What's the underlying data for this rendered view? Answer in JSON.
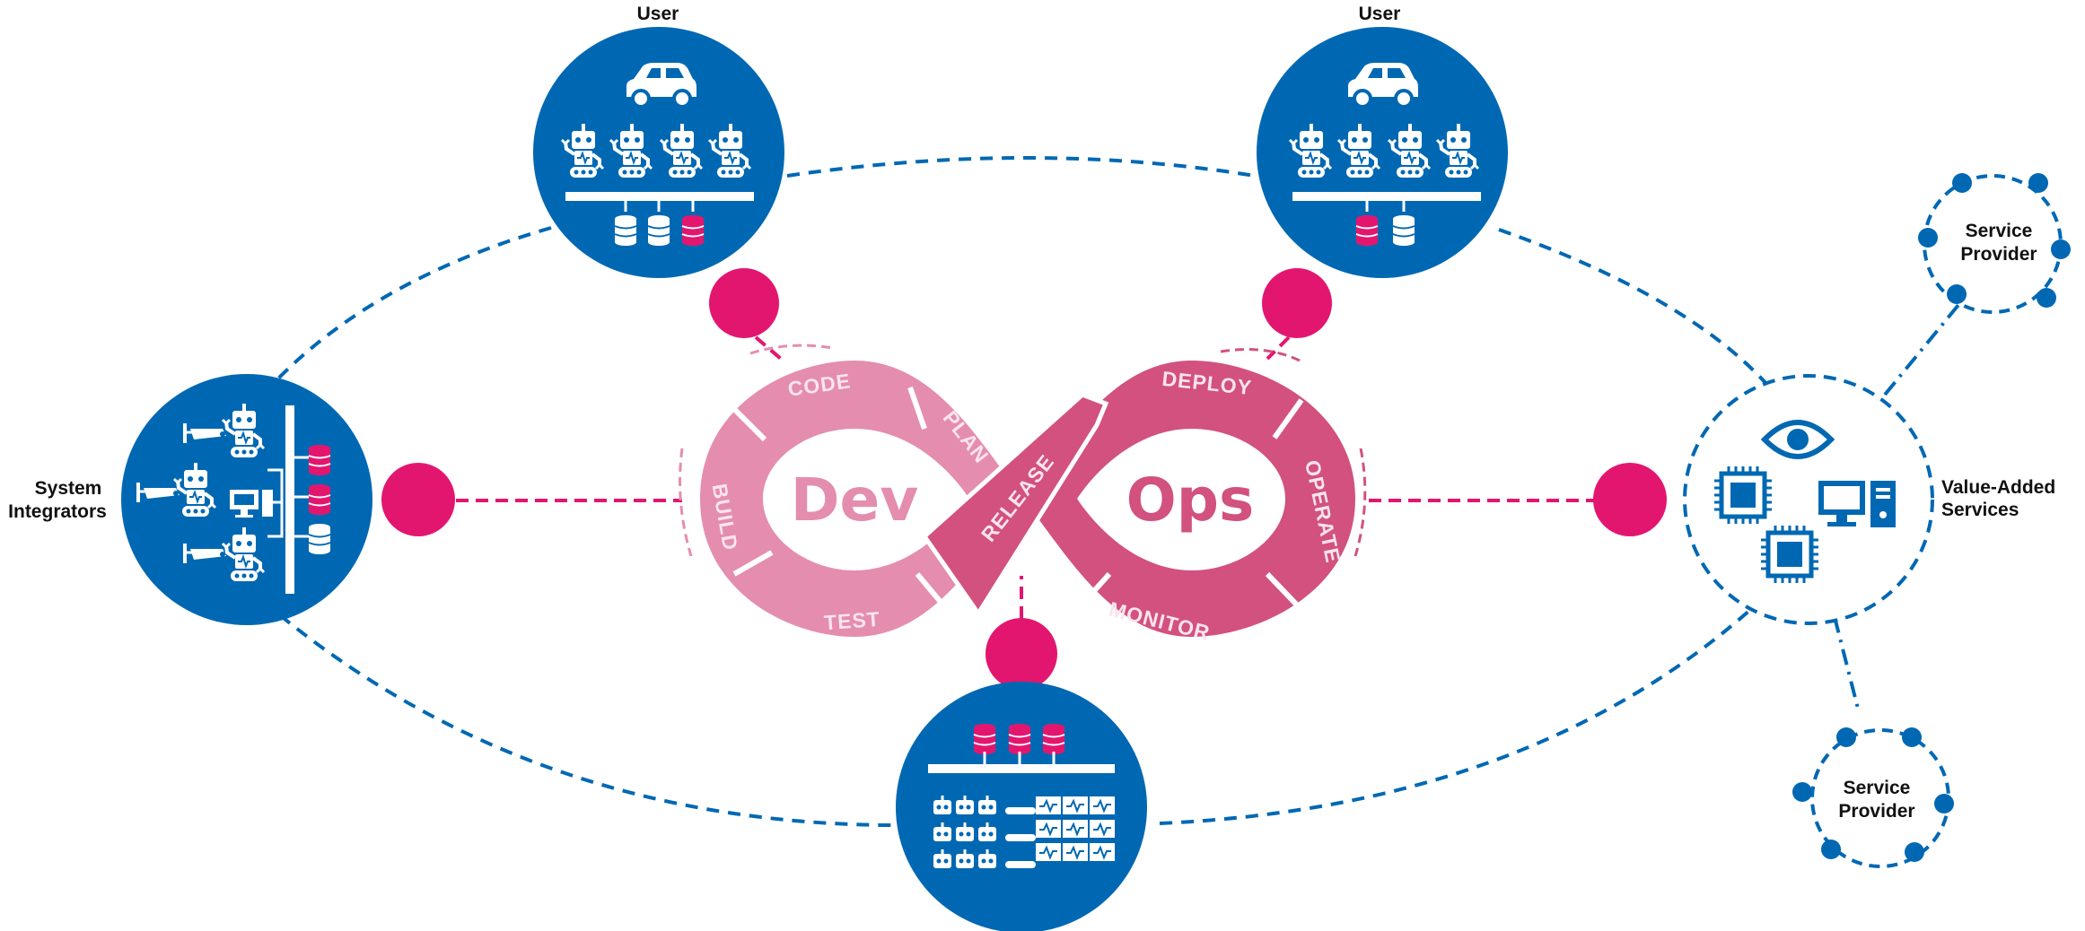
{
  "labels": {
    "user_left": "User",
    "user_right": "User",
    "system_integrators_line1": "System",
    "system_integrators_line2": "Integrators",
    "value_added_line1": "Value-Added",
    "value_added_line2": "Services",
    "service_provider_top_line1": "Service",
    "service_provider_top_line2": "Provider",
    "service_provider_bottom_line1": "Service",
    "service_provider_bottom_line2": "Provider"
  },
  "devops": {
    "dev": "Dev",
    "ops": "Ops",
    "stages": {
      "code": "CODE",
      "plan": "PLAN",
      "build": "BUILD",
      "test": "TEST",
      "release": "RELEASE",
      "deploy": "DEPLOY",
      "operate": "OPERATE",
      "monitor": "MONITOR"
    }
  },
  "colors": {
    "blue": "#0068b3",
    "magenta": "#e3166f",
    "dev_pink": "#e48daf",
    "ops_pink": "#d2517f",
    "white": "#ffffff"
  },
  "icons": {
    "node_user_left": [
      "car-icon",
      "robot-icon",
      "database-icon"
    ],
    "node_user_right": [
      "car-icon",
      "robot-icon",
      "database-icon"
    ],
    "node_system_integrators": [
      "camera-icon",
      "robot-icon",
      "monitor-icon",
      "database-icon"
    ],
    "node_bottom": [
      "database-icon",
      "robot-icon",
      "dashboard-icon"
    ],
    "value_added_services": [
      "eye-icon",
      "chip-icon",
      "computer-icon"
    ]
  }
}
